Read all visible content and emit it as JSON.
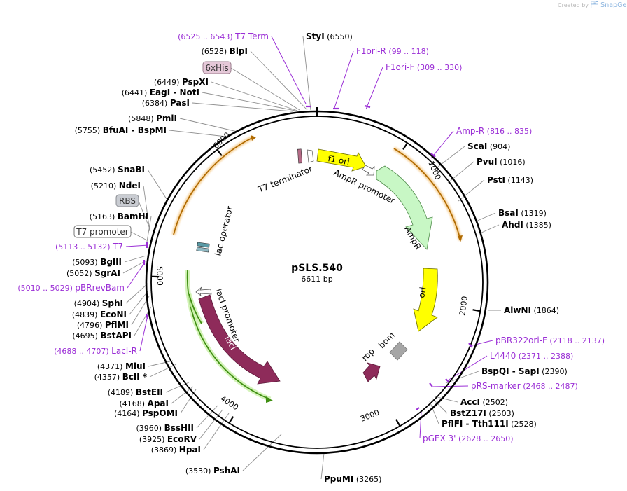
{
  "credit": {
    "prefix": "Created by",
    "brand": "SnapGene"
  },
  "plasmid": {
    "name": "pSLS.540",
    "size_label": "6611 bp",
    "length": 6611
  },
  "colors": {
    "backbone": "#000000",
    "primer": "#9b2fd6",
    "feature_label": "#000000",
    "line": "#8f8f8f"
  },
  "ticks": [
    "1000",
    "2000",
    "3000",
    "4000",
    "5000",
    "6000"
  ],
  "sites": [
    {
      "name": "StyI",
      "pos": "(6550)"
    },
    {
      "name": "BlpI",
      "pos": "(6528)"
    },
    {
      "name": "PspXI",
      "pos": "(6449)"
    },
    {
      "name": "EagI  -  NotI",
      "pos": "(6441)"
    },
    {
      "name": "PasI",
      "pos": "(6384)"
    },
    {
      "name": "PmlI",
      "pos": "(5848)"
    },
    {
      "name": "BfuAI  -  BspMI",
      "pos": "(5755)"
    },
    {
      "name": "SnaBI",
      "pos": "(5452)"
    },
    {
      "name": "NdeI",
      "pos": "(5210)"
    },
    {
      "name": "BamHI",
      "pos": "(5163)"
    },
    {
      "name": "BglII",
      "pos": "(5093)"
    },
    {
      "name": "SgrAI",
      "pos": "(5052)"
    },
    {
      "name": "SphI",
      "pos": "(4904)"
    },
    {
      "name": "EcoNI",
      "pos": "(4839)"
    },
    {
      "name": "PflMI",
      "pos": "(4796)"
    },
    {
      "name": "BstAPI",
      "pos": "(4695)"
    },
    {
      "name": "MluI",
      "pos": "(4371)"
    },
    {
      "name": "BclI *",
      "pos": "(4357)"
    },
    {
      "name": "BstEII",
      "pos": "(4189)"
    },
    {
      "name": "ApaI",
      "pos": "(4168)"
    },
    {
      "name": "PspOMI",
      "pos": "(4164)"
    },
    {
      "name": "BssHII",
      "pos": "(3960)"
    },
    {
      "name": "EcoRV",
      "pos": "(3925)"
    },
    {
      "name": "HpaI",
      "pos": "(3869)"
    },
    {
      "name": "PshAI",
      "pos": "(3530)"
    },
    {
      "name": "PpuMI",
      "pos": "(3265)"
    },
    {
      "name": "ScaI",
      "pos": "(904)"
    },
    {
      "name": "PvuI",
      "pos": "(1016)"
    },
    {
      "name": "PstI",
      "pos": "(1143)"
    },
    {
      "name": "BsaI",
      "pos": "(1319)"
    },
    {
      "name": "AhdI",
      "pos": "(1385)"
    },
    {
      "name": "AlwNI",
      "pos": "(1864)"
    },
    {
      "name": "BspQI  -  SapI",
      "pos": "(2390)"
    },
    {
      "name": "AccI",
      "pos": "(2502)"
    },
    {
      "name": "BstZ17I",
      "pos": "(2503)"
    },
    {
      "name": "PflFI  -  Tth111I",
      "pos": "(2528)"
    }
  ],
  "primers": [
    {
      "name": "T7 Term",
      "range": "(6525 .. 6543)"
    },
    {
      "name": "F1ori-R",
      "range": "(99 .. 118)"
    },
    {
      "name": "F1ori-F",
      "range": "(309 .. 330)"
    },
    {
      "name": "Amp-R",
      "range": "(816 .. 835)"
    },
    {
      "name": "T7",
      "range": "(5113 .. 5132)"
    },
    {
      "name": "pBRrevBam",
      "range": "(5010 .. 5029)"
    },
    {
      "name": "LacI-R",
      "range": "(4688 .. 4707)"
    },
    {
      "name": "pBR322ori-F",
      "range": "(2118 .. 2137)"
    },
    {
      "name": "L4440",
      "range": "(2371 .. 2388)"
    },
    {
      "name": "pRS-marker",
      "range": "(2468 .. 2487)"
    },
    {
      "name": "pGEX 3'",
      "range": "(2628 .. 2650)"
    }
  ],
  "boxed_features": [
    "6xHis",
    "RBS",
    "T7 promoter"
  ],
  "features": {
    "f1_ori": "f1 ori",
    "ampr_promoter": "AmpR promoter",
    "ampr": "AmpR",
    "ori": "ori",
    "bom": "bom",
    "rop": "rop",
    "laci": "lacI",
    "laci_promoter": "lacI promoter",
    "lac_operator": "lac operator",
    "t7_terminator": "T7 terminator"
  }
}
